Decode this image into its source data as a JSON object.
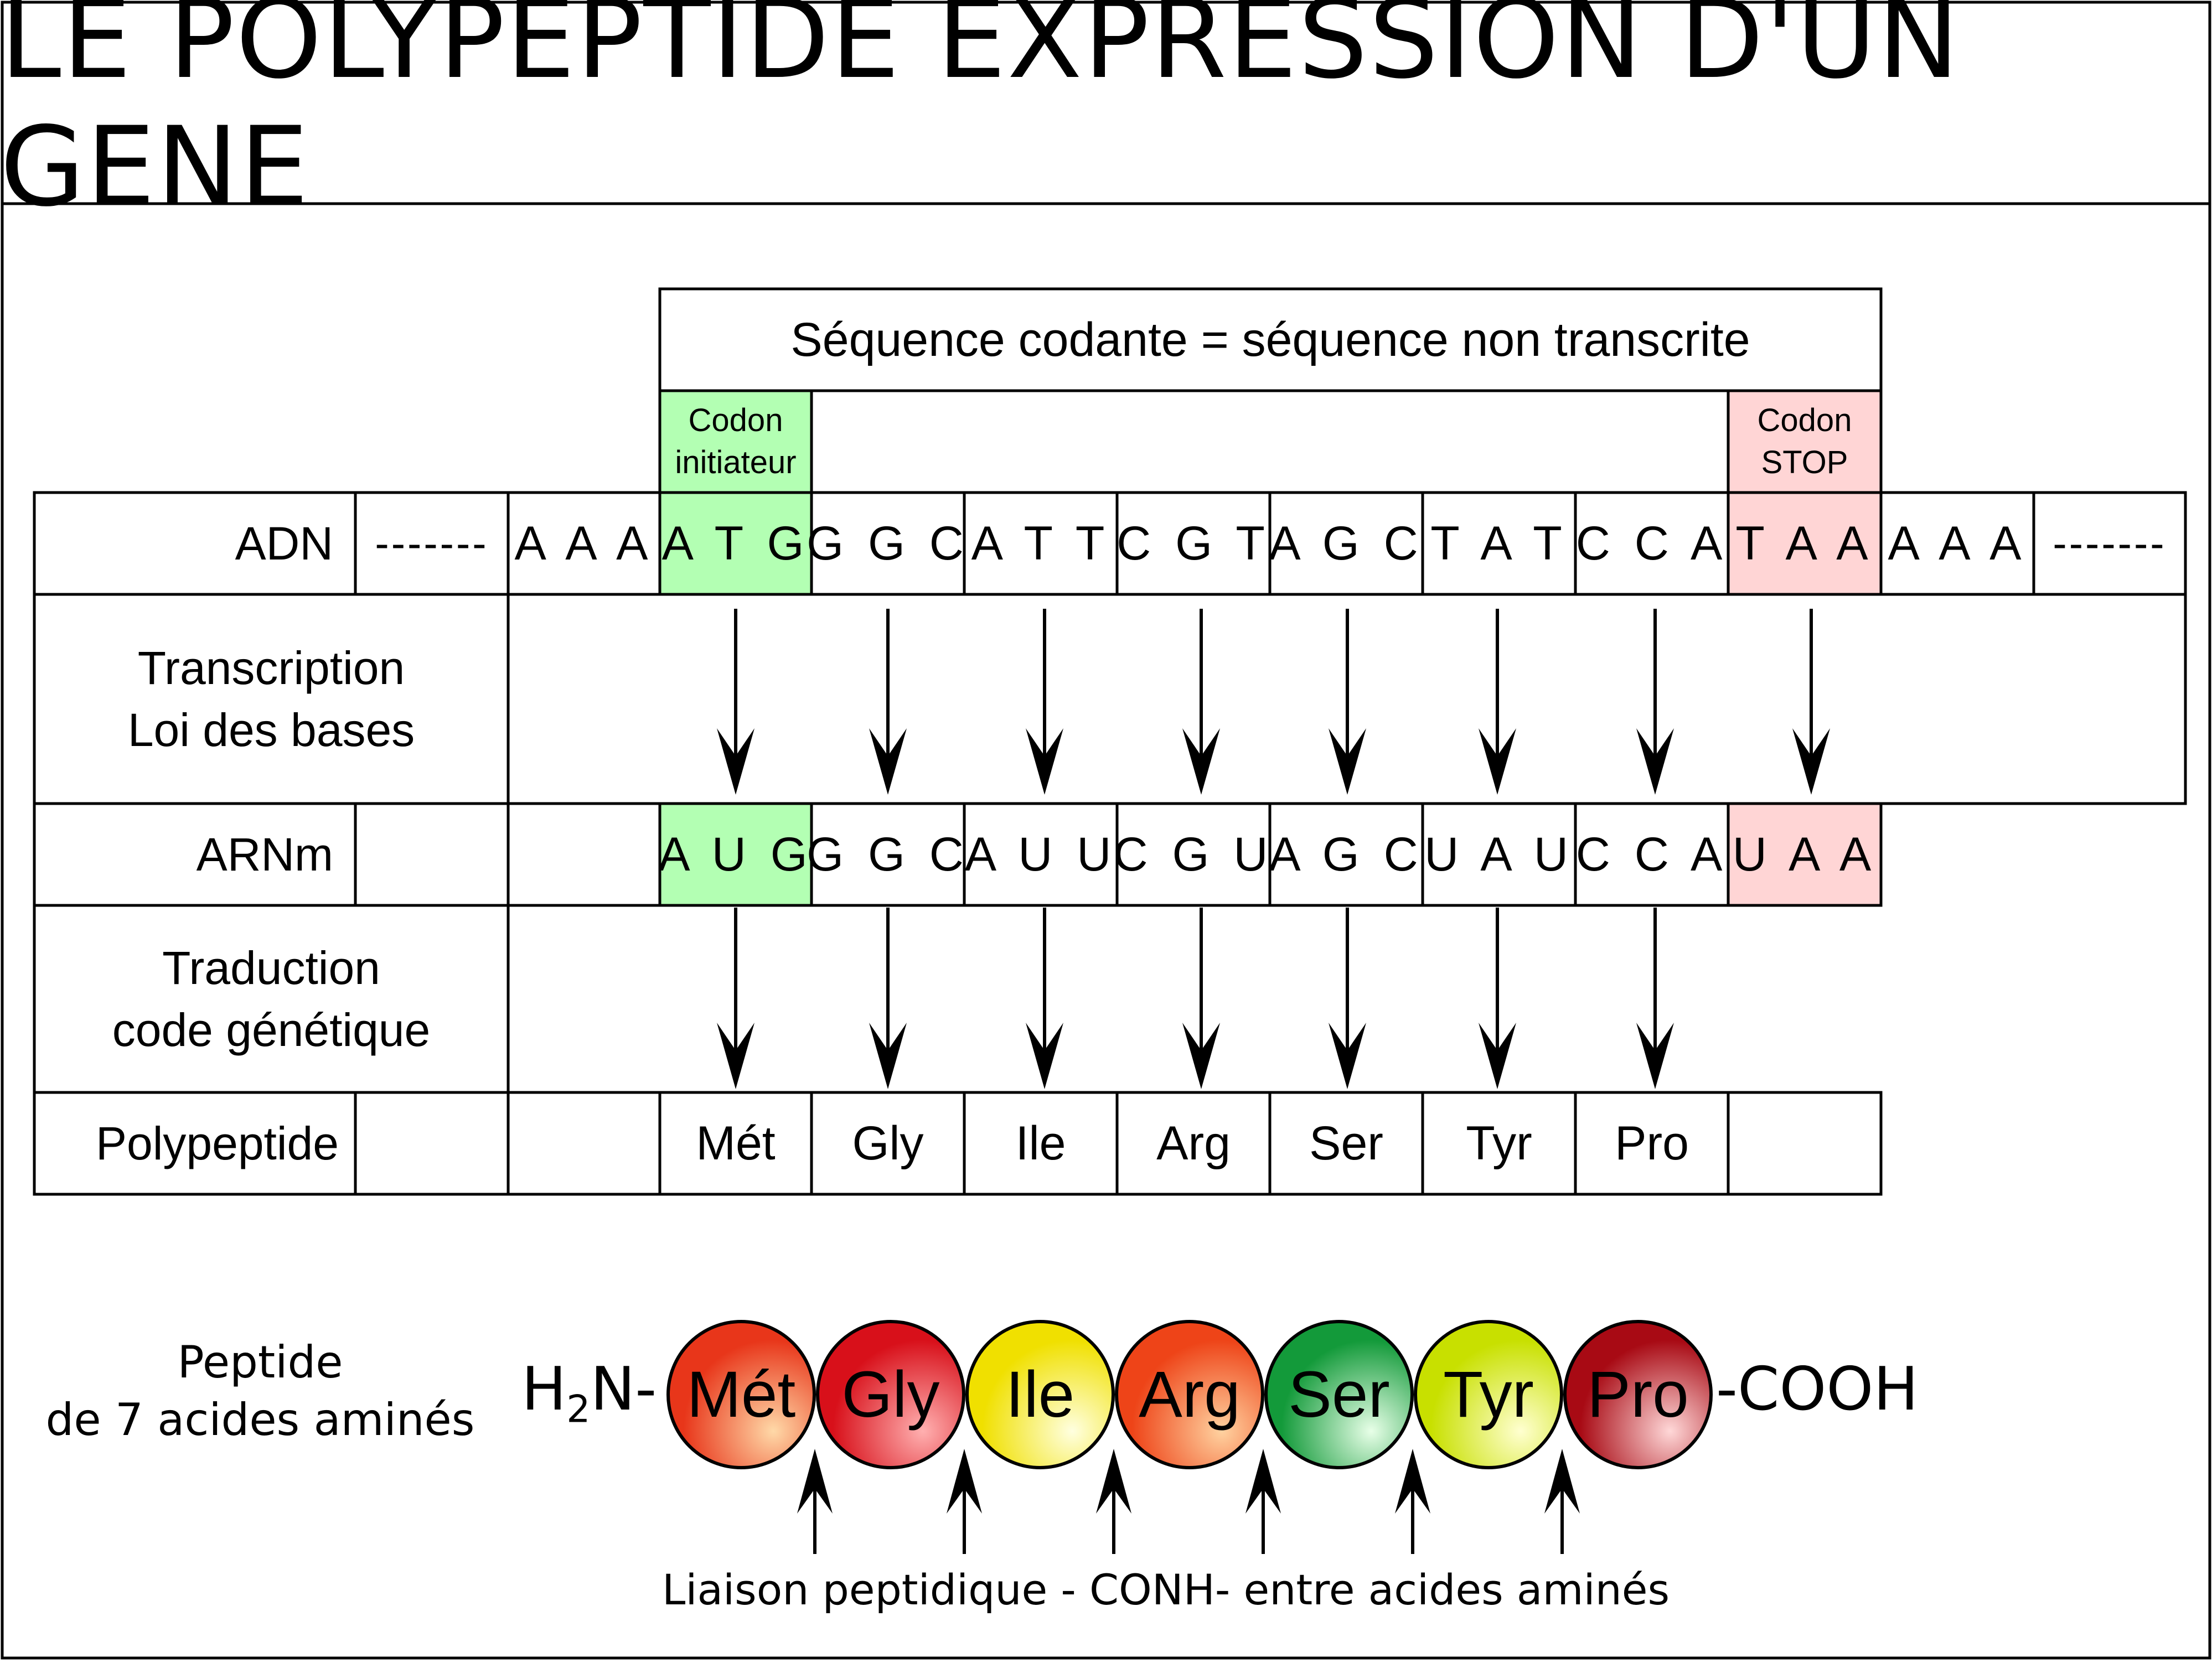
{
  "title": "LE POLYPEPTIDE EXPRESSION D'UN GENE",
  "header": {
    "coding_sequence": "Séquence codante = séquence non transcrite",
    "start_codon": [
      "Codon",
      "initiateur"
    ],
    "stop_codon": [
      "Codon",
      "STOP"
    ]
  },
  "rows": {
    "adn": "ADN",
    "transcription": [
      "Transcription",
      "Loi des bases"
    ],
    "arnm": "ARNm",
    "traduction": [
      "Traduction",
      "code génétique"
    ],
    "polypeptide": "Polypeptide"
  },
  "adn_codons": [
    "-------",
    "A A A",
    "A T G",
    "G G C",
    "A T T",
    "C G T",
    "A G C",
    "T A T",
    "C C A",
    "T A A",
    "A A A",
    "-------"
  ],
  "arnm_codons": [
    "A U G",
    "G G C",
    "A U U",
    "C G U",
    "A G C",
    "U A U",
    "C C A",
    "U A A"
  ],
  "amino_acids": [
    "Mét",
    "Gly",
    "Ile",
    "Arg",
    "Ser",
    "Tyr",
    "Pro"
  ],
  "peptide": {
    "label": [
      "Peptide",
      "de 7 acides aminés"
    ],
    "n_terminal": "H",
    "n_terminal_sub": "2",
    "n_terminal_suffix": "N-",
    "c_terminal": "-COOH",
    "bond_label": "Liaison peptidique - CONH- entre acides aminés",
    "residues": [
      {
        "name": "Mét",
        "color": "#e8361a",
        "light": "#ffd9a8"
      },
      {
        "name": "Gly",
        "color": "#d8101a",
        "light": "#ffb0b0"
      },
      {
        "name": "Ile",
        "color": "#f0e000",
        "light": "#ffffe0"
      },
      {
        "name": "Arg",
        "color": "#ee4418",
        "light": "#ffd2a0"
      },
      {
        "name": "Ser",
        "color": "#139a3a",
        "light": "#e8ffe8"
      },
      {
        "name": "Tyr",
        "color": "#c8e000",
        "light": "#ffffd0"
      },
      {
        "name": "Pro",
        "color": "#a80a14",
        "light": "#ffd8d8"
      }
    ]
  },
  "colors": {
    "start": "#b3ffb3",
    "stop": "#ffd5d5",
    "line": "#000000"
  }
}
